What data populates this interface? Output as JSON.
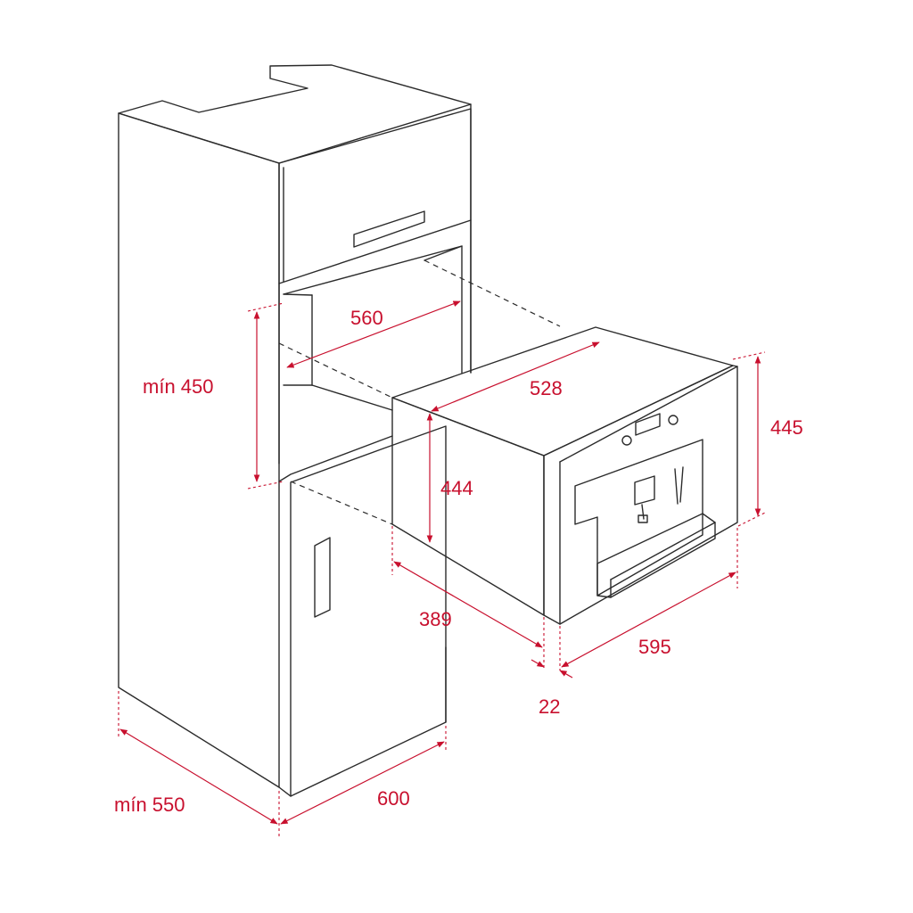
{
  "dimensions": {
    "niche_height": "mín 450",
    "niche_width": "560",
    "appliance_depth_top": "528",
    "appliance_height_body": "444",
    "appliance_height_front": "445",
    "body_depth": "389",
    "front_width": "595",
    "front_thickness": "22",
    "cabinet_depth": "mín 550",
    "cabinet_width": "600"
  },
  "colors": {
    "dimension": "#c8102e",
    "line": "#2b2b2b"
  }
}
